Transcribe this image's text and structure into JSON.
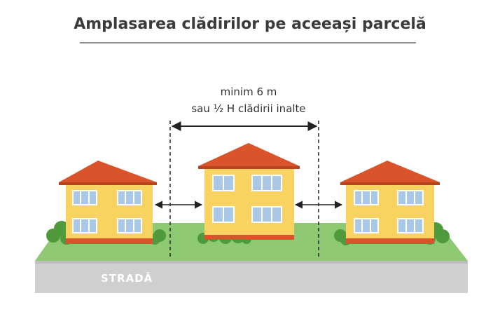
{
  "title": "Amplasarea clădirilor pe aceeași parcelă",
  "distance": {
    "line1": "minim 6 m",
    "line2": "sau ½ H clădirii inalte"
  },
  "street_label": "STRADĂ",
  "colors": {
    "wall": "#f9d361",
    "roof": "#d9542a",
    "grass": "#8fc974",
    "road": "#cfcfcf",
    "window_glass": "#a8c8e6",
    "bush": "#4f9a3c"
  },
  "buildings": [
    "left-building",
    "center-building",
    "right-building"
  ]
}
